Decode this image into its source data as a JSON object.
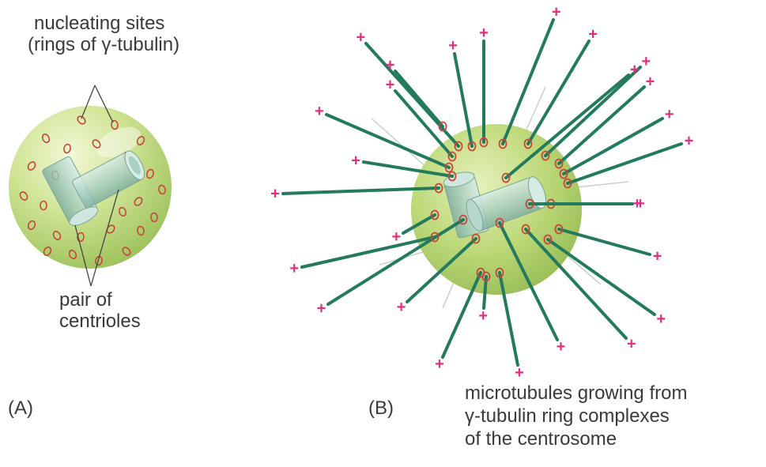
{
  "panel_a": {
    "label": "(A)",
    "nucleating_label": [
      "nucleating sites",
      "(rings of γ-tubulin)"
    ],
    "centrioles_label": [
      "pair of",
      "centrioles"
    ]
  },
  "panel_b": {
    "label": "(B)",
    "caption": [
      "microtubules growing from",
      "γ-tubulin ring complexes",
      "of the centrosome"
    ],
    "plus_sign": "+"
  },
  "colors": {
    "sphere_light": "#e4f0b4",
    "sphere_mid": "#b5d36e",
    "sphere_dark": "#8ab44a",
    "ring": "#c8453c",
    "microtubule": "#237a5c",
    "plus": "#e0307c",
    "text": "#3a3a3a",
    "centriole": "#9cc7bd"
  }
}
